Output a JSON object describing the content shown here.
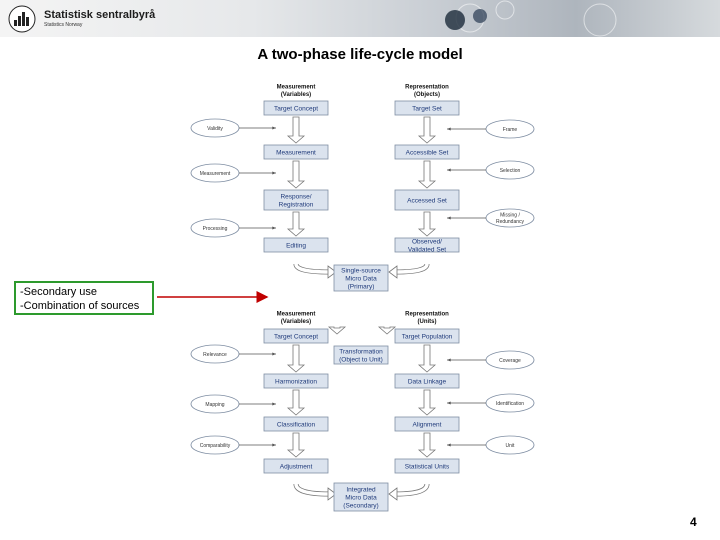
{
  "header": {
    "logo_text": "Statistisk sentralbyrå",
    "logo_sub": "Statistics Norway"
  },
  "title": "A two-phase life-cycle model",
  "callout": {
    "line1": "-Secondary use",
    "line2": "-Combination of sources"
  },
  "page_number": "4",
  "phase1": {
    "left_heading": [
      "Measurement",
      "(Variables)"
    ],
    "right_heading": [
      "Representation",
      "(Objects)"
    ],
    "left_boxes": [
      [
        "Target Concept"
      ],
      [
        "Measurement"
      ],
      [
        "Response/",
        "Registration"
      ],
      [
        "Editing"
      ]
    ],
    "right_boxes": [
      [
        "Target Set"
      ],
      [
        "Accessible Set"
      ],
      [
        "Accessed Set"
      ],
      [
        "Observed/",
        "Validated Set"
      ]
    ],
    "left_ellipses": [
      [
        "Validity"
      ],
      [
        "Measurement"
      ],
      [
        "Processing"
      ]
    ],
    "right_ellipses": [
      [
        "Frame"
      ],
      [
        "Selection"
      ],
      [
        "Missing /",
        "Redundancy"
      ]
    ],
    "center_box": [
      "Single-source",
      "Micro Data",
      "(Primary)"
    ]
  },
  "phase2": {
    "left_heading": [
      "Measurement",
      "(Variables)"
    ],
    "right_heading": [
      "Representation",
      "(Units)"
    ],
    "left_boxes": [
      [
        "Target Concept"
      ],
      [
        "Harmonization"
      ],
      [
        "Classification"
      ],
      [
        "Adjustment"
      ]
    ],
    "right_boxes": [
      [
        "Target Population"
      ],
      [
        "Data Linkage"
      ],
      [
        "Alignment"
      ],
      [
        "Statistical Units"
      ]
    ],
    "left_ellipses": [
      [
        "Relevance"
      ],
      [
        "Mapping"
      ],
      [
        "Comparability"
      ]
    ],
    "right_ellipses": [
      [
        "Coverage"
      ],
      [
        "Identification"
      ],
      [
        "Unit"
      ]
    ],
    "transform_box": [
      "Transformation",
      "(Object to Unit)"
    ],
    "center_box": [
      "Integrated",
      "Micro Data",
      "(Secondary)"
    ]
  },
  "colors": {
    "box_fill": "#dbe3ee",
    "box_border": "#7f8ea3",
    "box_text": "#1f3a7a",
    "callout_border": "#2d9a2d",
    "callout_arrow": "#c00000"
  }
}
